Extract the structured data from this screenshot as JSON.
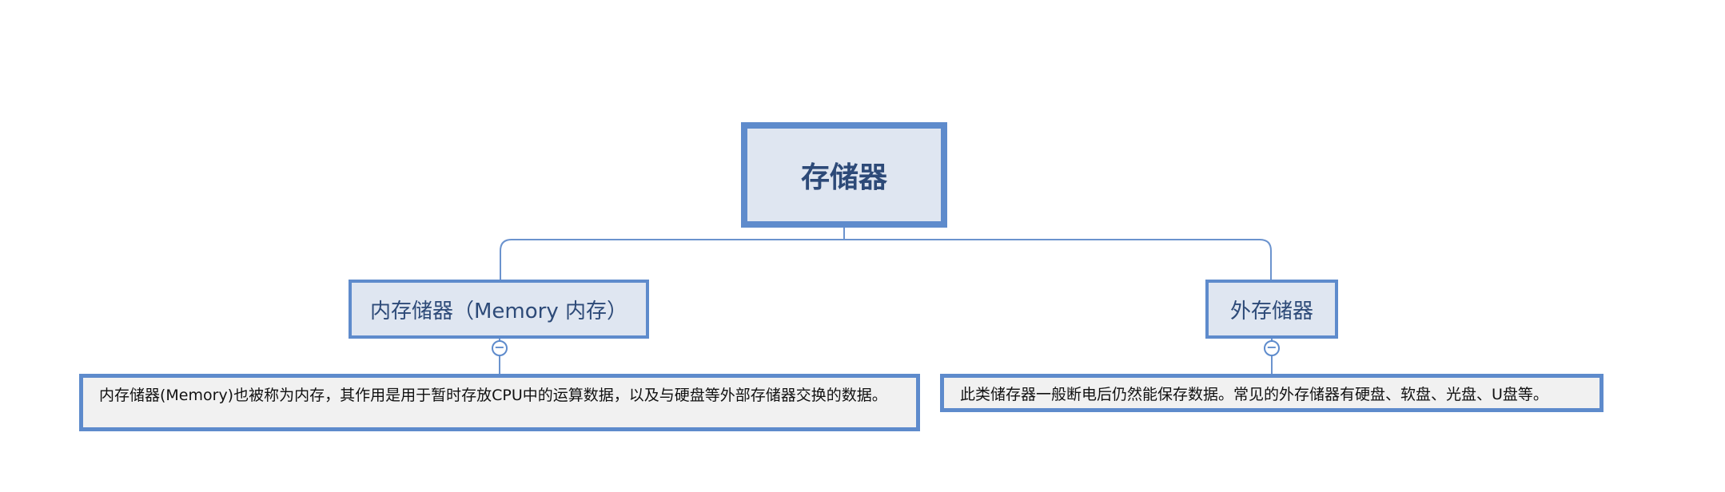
{
  "root": {
    "label": "存储器"
  },
  "branches": [
    {
      "label": "内存储器（Memory 内存）",
      "collapse_symbol": "−",
      "detail": "内存储器(Memory)也被称为内存，其作用是用于暂时存放CPU中的运算数据，以及与硬盘等外部存储器交换的数据。"
    },
    {
      "label": "外存储器",
      "collapse_symbol": "−",
      "detail": "此类储存器一般断电后仍然能保存数据。常见的外存储器有硬盘、软盘、光盘、U盘等。"
    }
  ],
  "colors": {
    "node_fill": "#dfe6f1",
    "border": "#5e8bcc",
    "text": "#2d4a78",
    "detail_fill": "#f1f1f1"
  }
}
